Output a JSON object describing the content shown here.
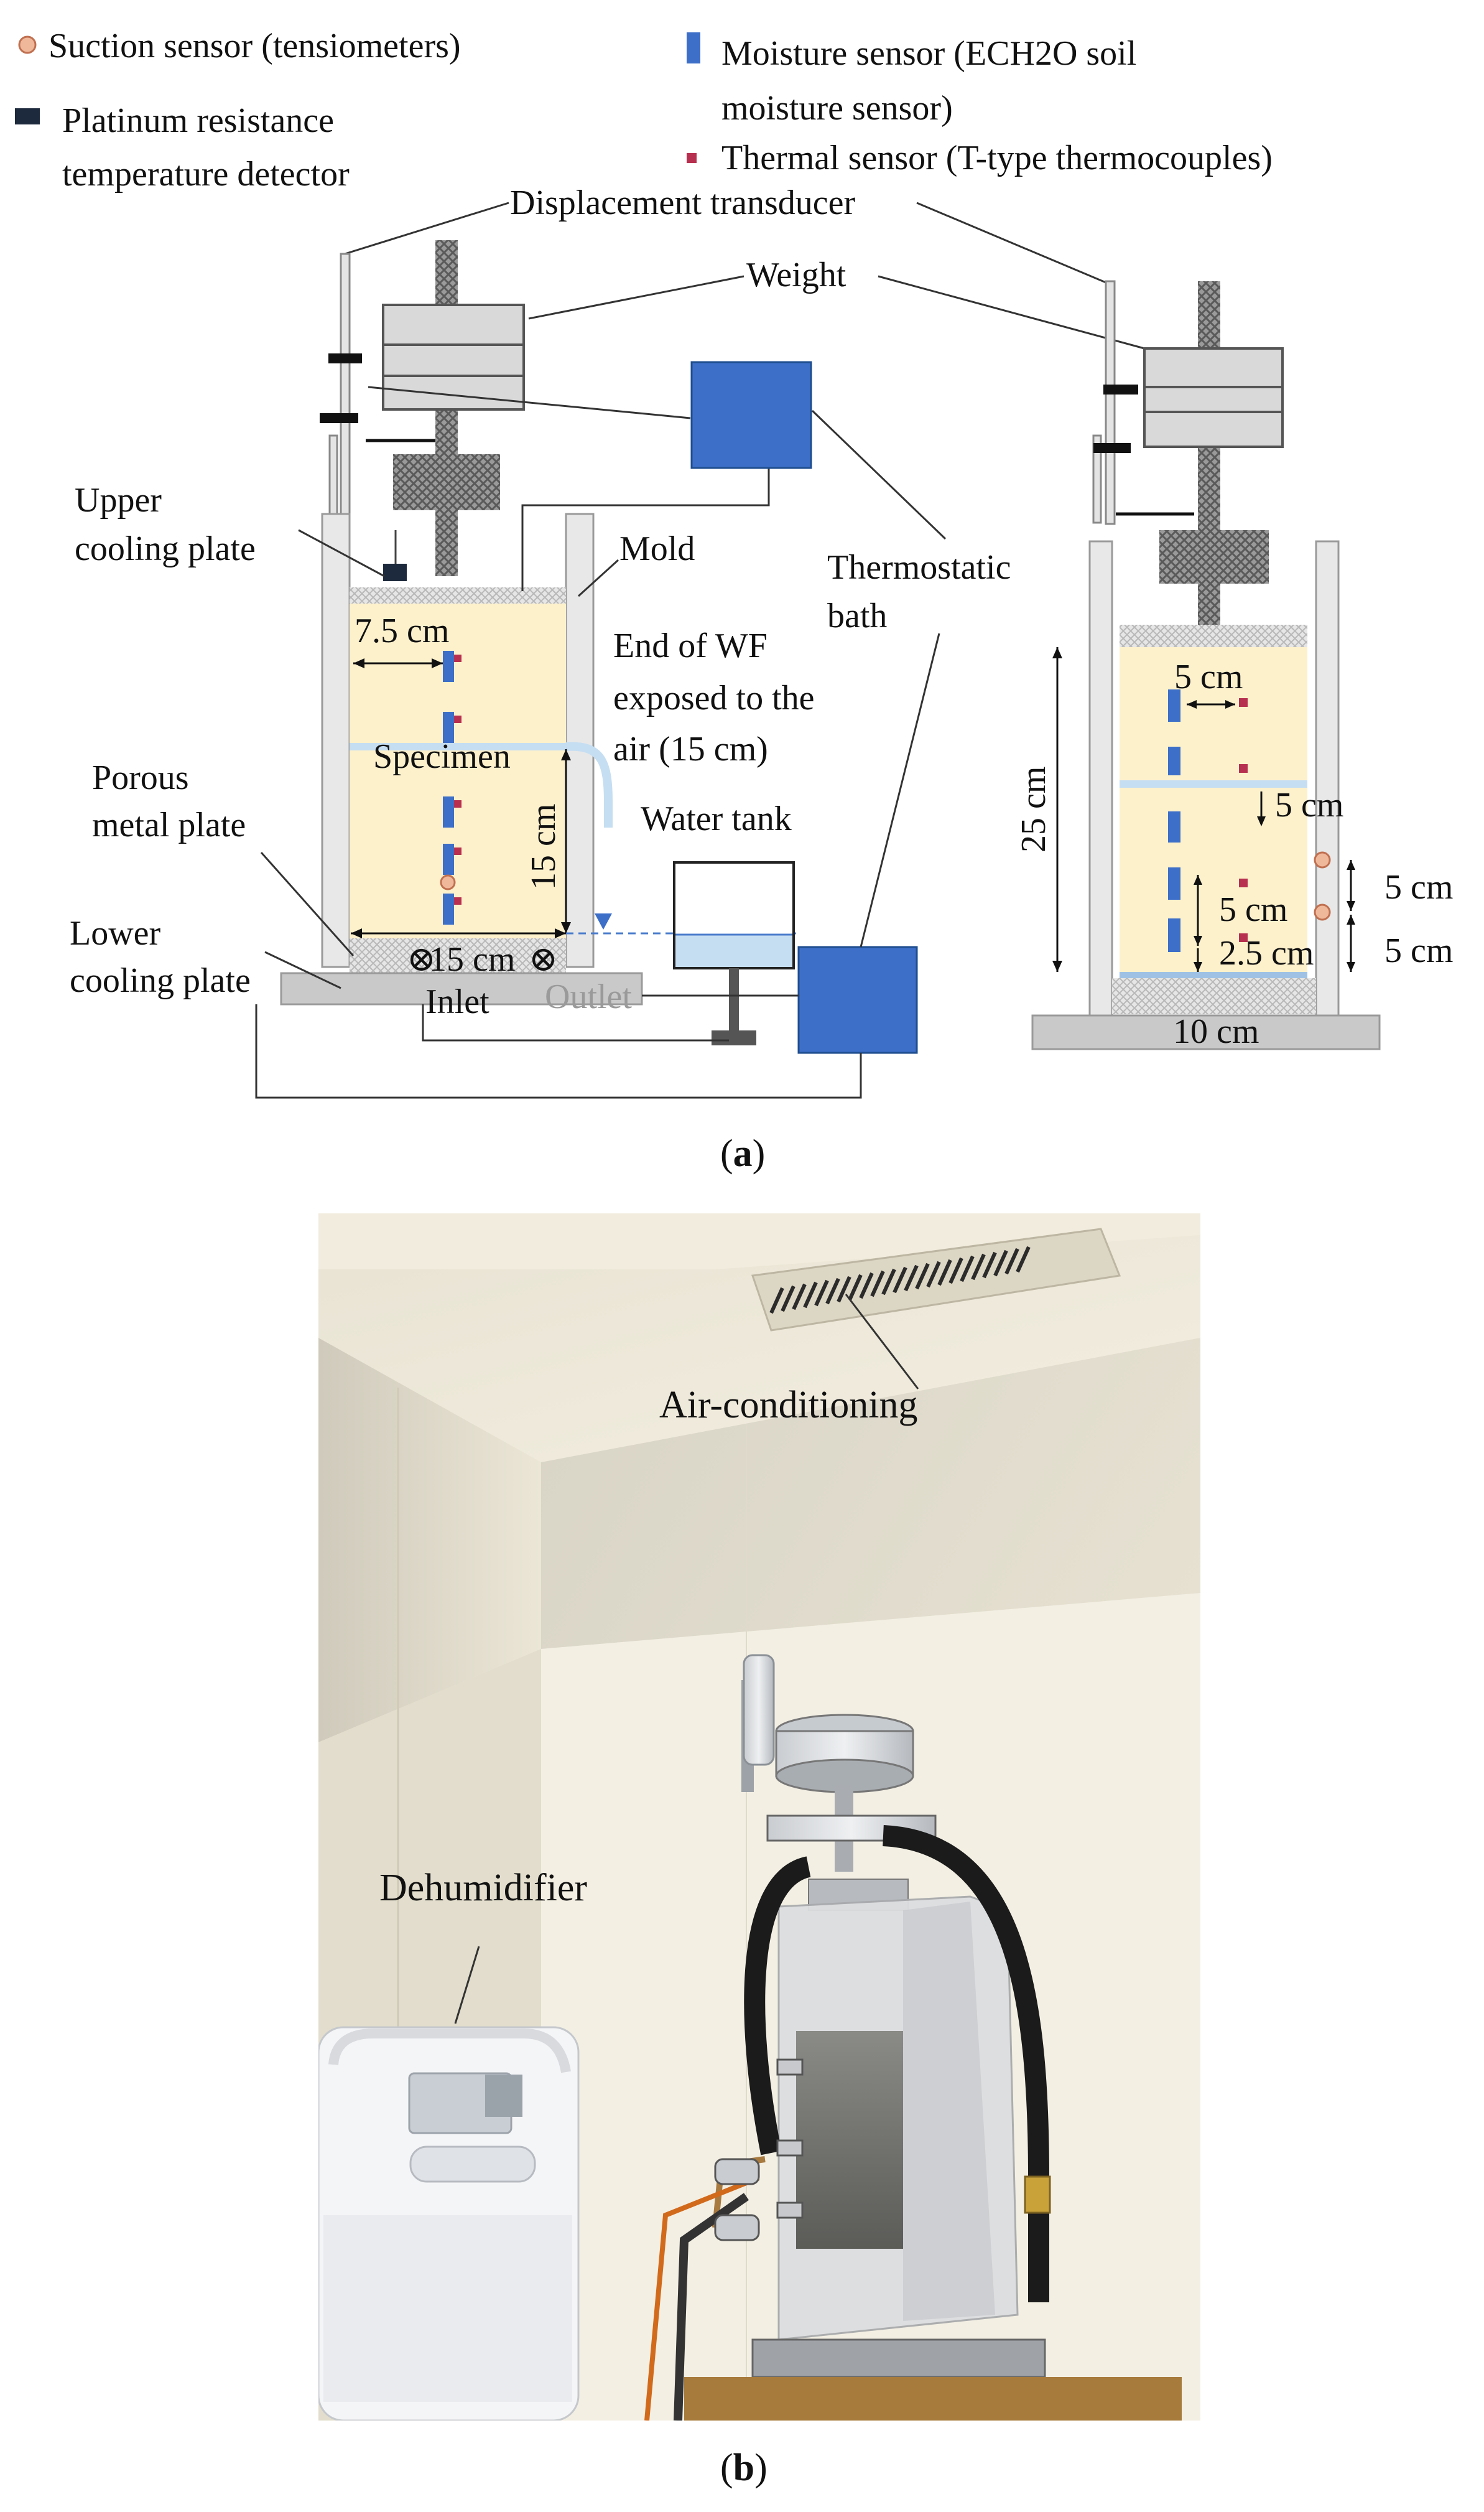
{
  "legend": {
    "suction": "Suction sensor (tensiometers)",
    "platinum_line1": "Platinum resistance",
    "platinum_line2": "temperature detector",
    "moisture_line1": "Moisture sensor (ECH2O soil",
    "moisture_line2": "moisture sensor)",
    "thermal": "Thermal sensor (T-type thermocouples)"
  },
  "diagram_a": {
    "displacement_transducer": "Displacement transducer",
    "weight": "Weight",
    "upper_cooling_plate_line1": "Upper",
    "upper_cooling_plate_line2": "cooling plate",
    "mold": "Mold",
    "thermostatic_bath_line1": "Thermostatic",
    "thermostatic_bath_line2": "bath",
    "end_wf_line1": "End of WF",
    "end_wf_line2": "exposed to the",
    "end_wf_line3": "air (15 cm)",
    "specimen": "Specimen",
    "water_tank": "Water tank",
    "porous_line1": "Porous",
    "porous_line2": "metal plate",
    "lower_line1": "Lower",
    "lower_line2": "cooling plate",
    "dim_7_5": "7.5 cm",
    "dim_15_vertical": "15 cm",
    "dim_15_horizontal": "15 cm",
    "inlet": "Inlet",
    "outlet": "Outlet",
    "dim_25": "25 cm",
    "dim_5_top": "5 cm",
    "dim_5_mid": "5 cm",
    "dim_5_a": "5 cm",
    "dim_2_5": "2.5 cm",
    "dim_5_right1": "5 cm",
    "dim_5_right2": "5 cm",
    "dim_10": "10 cm",
    "caption_open": "(",
    "caption_letter": "a",
    "caption_close": ")"
  },
  "photo_b": {
    "air_conditioning": "Air-conditioning",
    "dehumidifier": "Dehumidifier",
    "caption_open": "(",
    "caption_letter": "b",
    "caption_close": ")"
  },
  "colors": {
    "sensor_blue": "#3d6fc9",
    "thermal_red": "#b7304f",
    "specimen_fill": "#fdf1cc",
    "water_blue": "#c5def2",
    "gray_weight": "#d9d9d9"
  }
}
